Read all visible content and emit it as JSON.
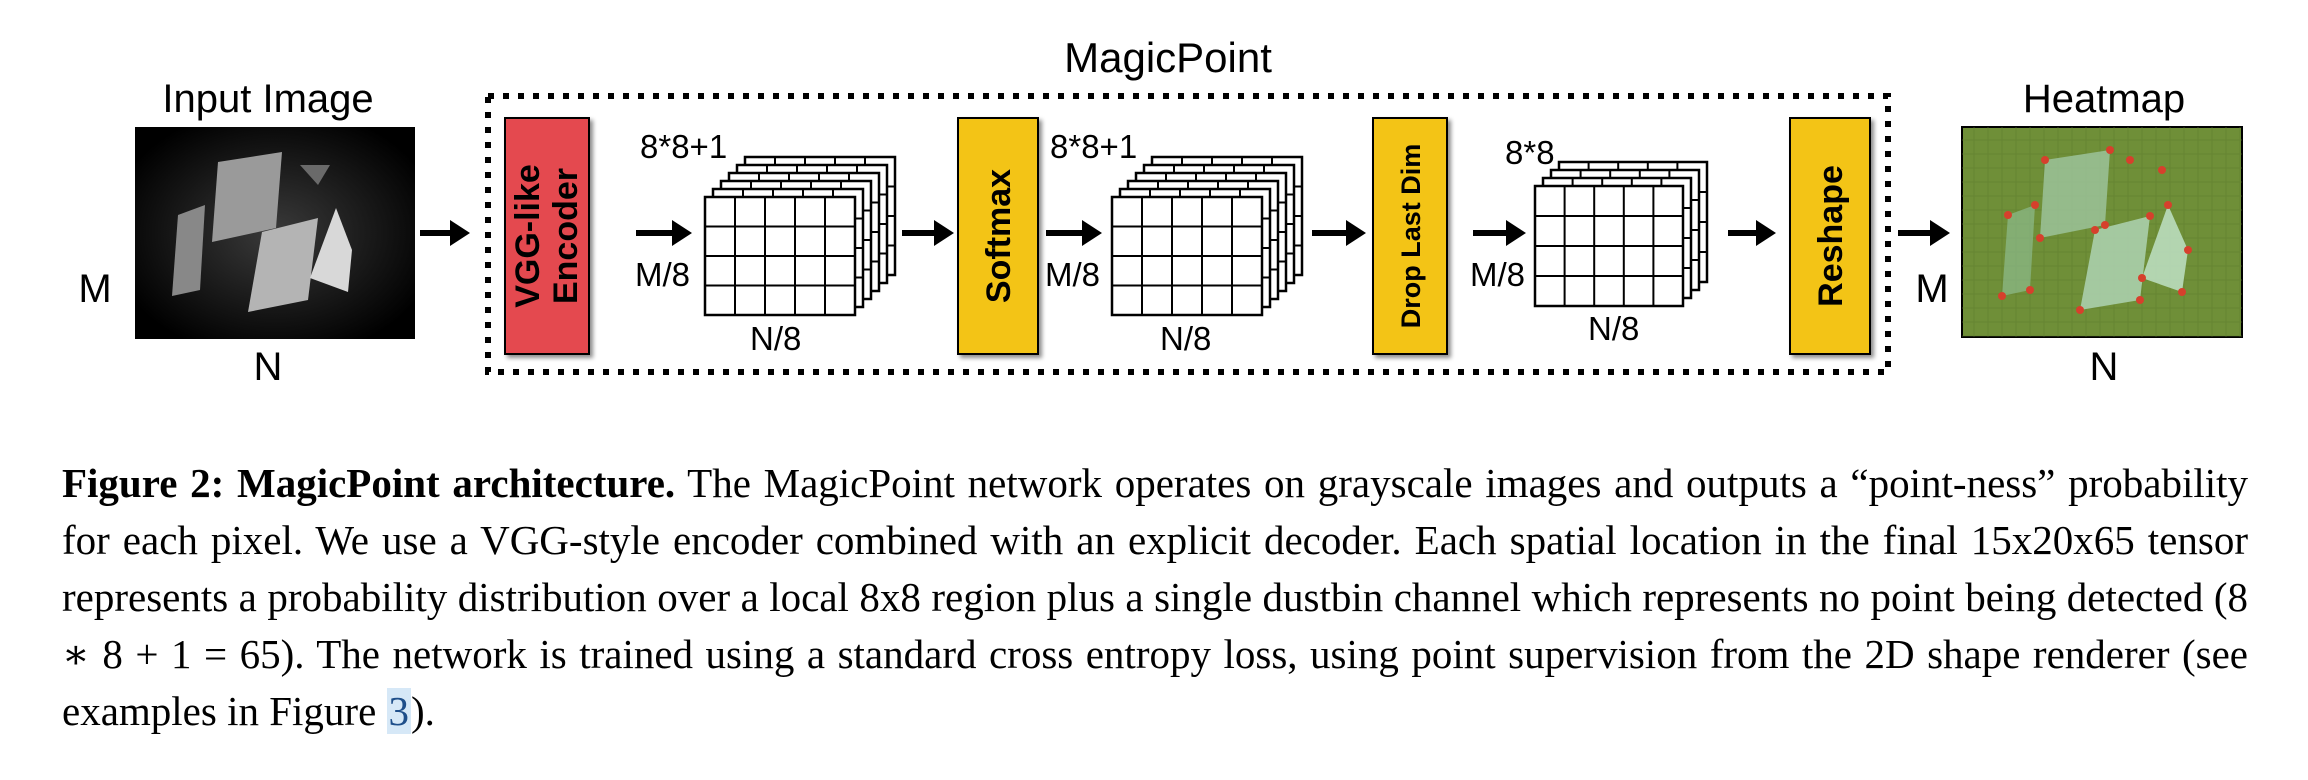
{
  "labels": {
    "input_image": "Input Image",
    "input_m": "M",
    "input_n": "N",
    "magicpoint": "MagicPoint",
    "encoder_line1": "VGG-like",
    "encoder_line2": "Encoder",
    "t1_depth": "8*8+1",
    "t1_h": "M/8",
    "t1_w": "N/8",
    "softmax": "Softmax",
    "t2_depth": "8*8+1",
    "t2_h": "M/8",
    "t2_w": "N/8",
    "drop_last_dim": "Drop Last Dim",
    "t3_depth": "8*8",
    "t3_h": "M/8",
    "t3_w": "N/8",
    "reshape": "Reshape",
    "heatmap": "Heatmap",
    "out_m": "M",
    "out_n": "N"
  },
  "colors": {
    "encoder": "#e44a4f",
    "yellow_box": "#f3c419",
    "heatmap_bg": "#6f8f38",
    "border": "#000000"
  },
  "caption": {
    "label": "Figure 2:",
    "title": "MagicPoint architecture.",
    "text_before_ref": "The MagicPoint network operates on grayscale images and outputs a “point-ness” probability for each pixel. We use a VGG-style encoder combined with an explicit decoder. Each spatial location in the final 15x20x65 tensor represents a probability distribution over a local 8x8 region plus a single dustbin channel which represents no point being detected (8 ∗ 8 + 1 = 65). The network is trained using a standard cross entropy loss, using point supervision from the 2D shape renderer (see examples in Figure",
    "ref": "3",
    "text_after_ref": ")."
  }
}
